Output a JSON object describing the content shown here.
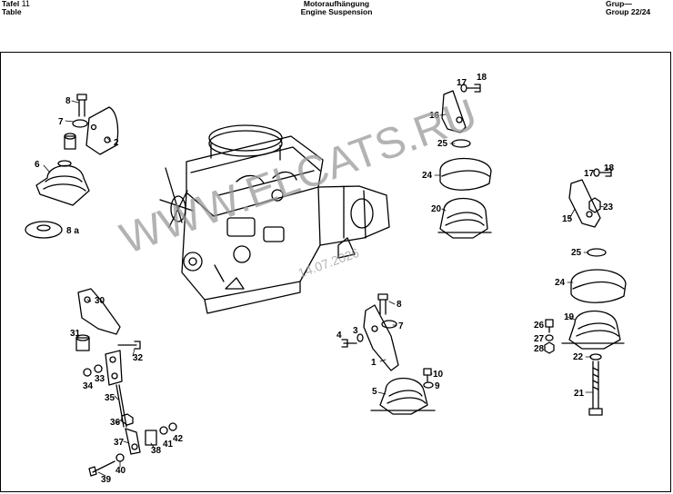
{
  "header": {
    "left_de": "Tafel",
    "left_en": "Table",
    "table_number": "11",
    "title_de": "Motoraufhängung",
    "title_en": "Engine Suspension",
    "group_de": "Grup",
    "group_en": "Group",
    "group_number": "22/24"
  },
  "watermark": {
    "site": "WWW.ELCATS.RU",
    "date": "14.07.2026"
  },
  "callouts": {
    "c1": "1",
    "c2": "2",
    "c3": "3",
    "c4": "4",
    "c5": "5",
    "c6": "6",
    "c7a": "7",
    "c7b": "7",
    "c8a": "8",
    "c8b": "8",
    "c8a_label": "8 a",
    "c9": "9",
    "c10": "10",
    "c16": "16",
    "c17a": "17",
    "c18a": "18",
    "c25a": "25",
    "c24a": "24",
    "c20": "20",
    "c17b": "17",
    "c18b": "18",
    "c23": "23",
    "c15": "15",
    "c25b": "25",
    "c24b": "24",
    "c19": "19",
    "c26": "26",
    "c27": "27",
    "c28": "28",
    "c22": "22",
    "c21": "21",
    "c30": "30",
    "c31": "31",
    "c32": "32",
    "c33": "33",
    "c34": "34",
    "c35": "35",
    "c36": "36",
    "c37": "37",
    "c38": "38",
    "c39": "39",
    "c40": "40",
    "c41": "41",
    "c42": "42"
  }
}
